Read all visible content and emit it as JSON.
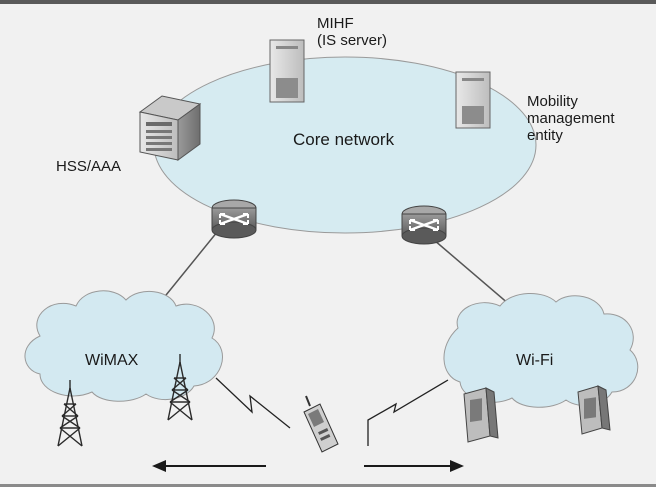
{
  "labels": {
    "core_network": "Core network",
    "mihf": [
      "MIHF",
      "(IS server)"
    ],
    "mme": [
      "Mobility",
      "management",
      "entity"
    ],
    "hss": "HSS/AAA",
    "wimax": "WiMAX",
    "wifi": "Wi-Fi"
  },
  "colors": {
    "background": "#f1f1f1",
    "frame_line": "#5a5a5a",
    "core_fill": "#d6ebf1",
    "cloud_fill": "#d3e9f1",
    "equipment": "#6f6f6f",
    "link": "#3a3a3a"
  },
  "icons": [
    "server-icon",
    "router-icon",
    "antenna-tower-icon",
    "access-point-icon",
    "mobile-phone-icon",
    "wireless-link-icon"
  ]
}
